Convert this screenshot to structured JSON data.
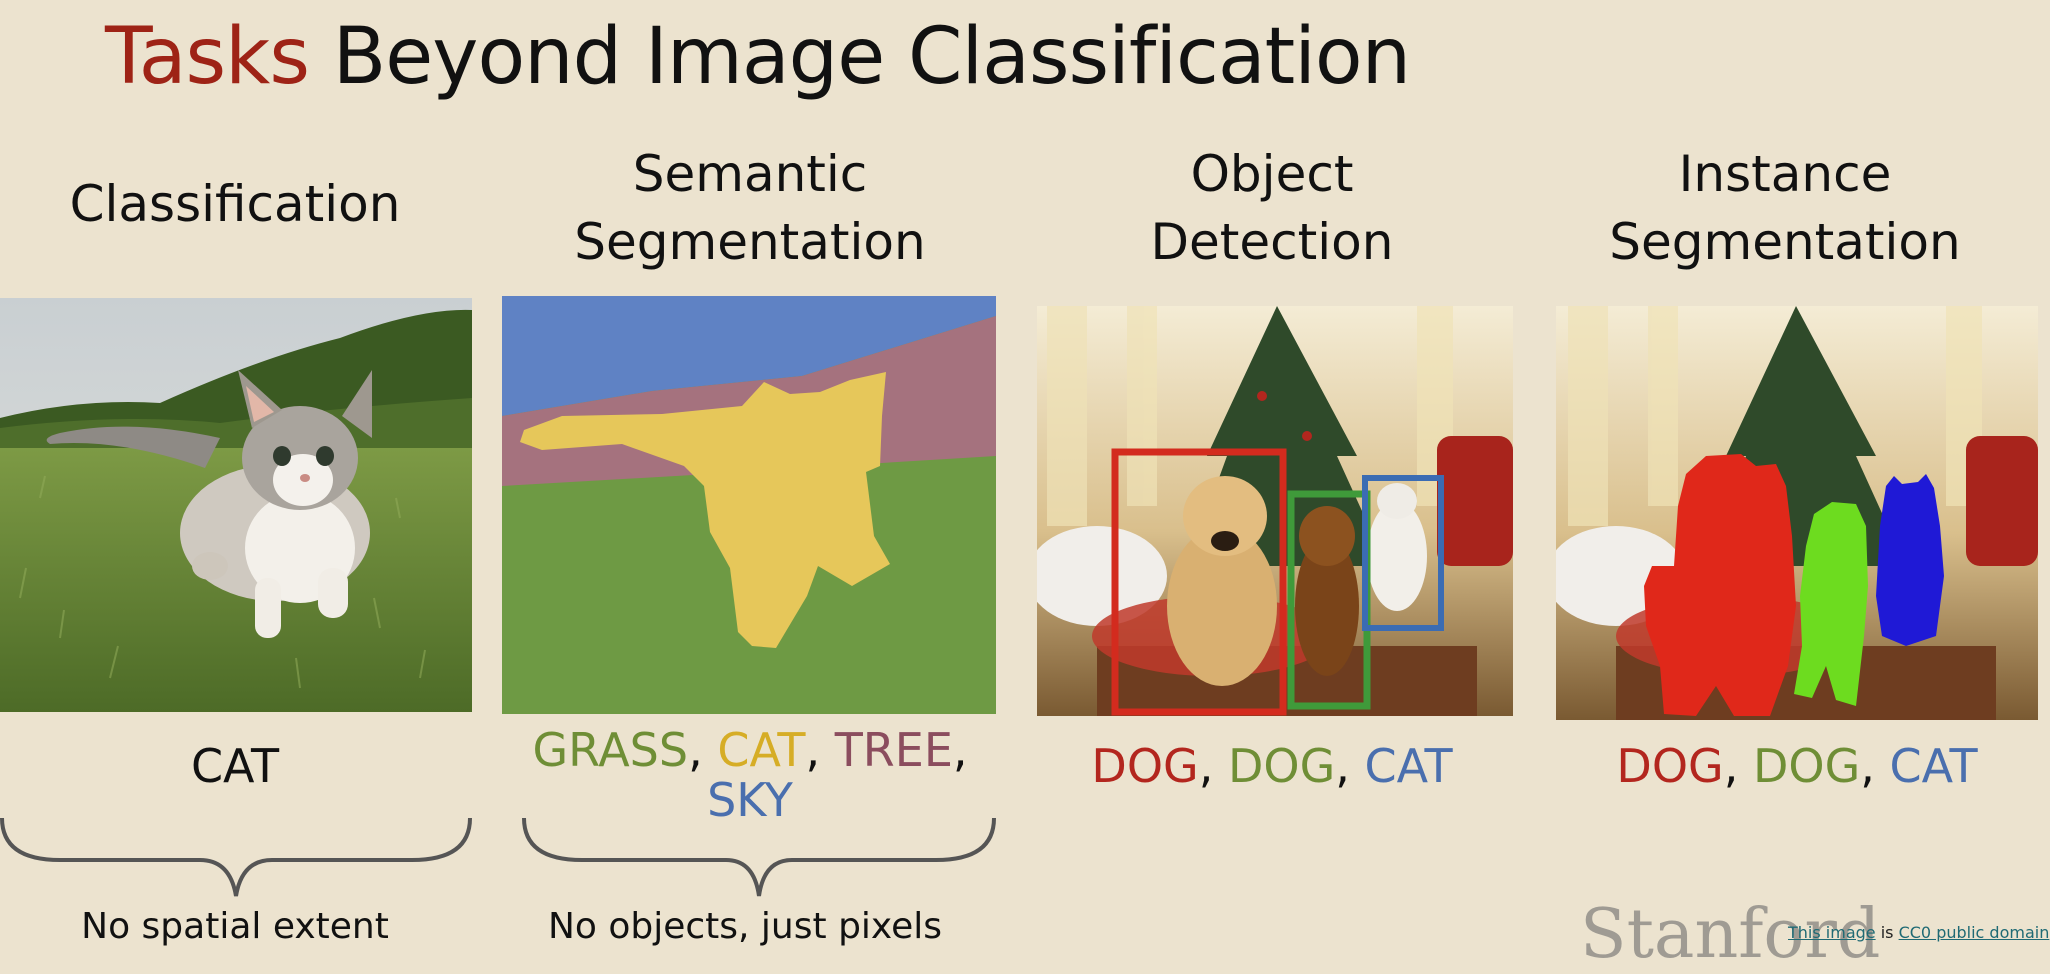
{
  "title": {
    "accent": "Tasks",
    "rest": " Beyond Image Classification"
  },
  "columns": [
    {
      "heading_line1": "Classification",
      "heading_line2": "",
      "label": "CAT",
      "note": "No spatial extent"
    },
    {
      "heading_line1": "Semantic",
      "heading_line2": "Segmentation",
      "label_parts": [
        "GRASS",
        ", ",
        "CAT",
        ", ",
        "TREE",
        ",",
        "SKY"
      ],
      "note": "No objects, just pixels"
    },
    {
      "heading_line1": "Object",
      "heading_line2": "Detection",
      "label_parts": [
        "DOG",
        ", ",
        "DOG",
        ", ",
        "CAT"
      ]
    },
    {
      "heading_line1": "Instance",
      "heading_line2": "Segmentation",
      "label_parts": [
        "DOG",
        ", ",
        "DOG",
        ", ",
        "CAT"
      ]
    }
  ],
  "colors": {
    "title_accent": "#9e2316",
    "sky": "#5f82c4",
    "tree": "#a5727e",
    "grass": "#6e9a44",
    "cat_yellow": "#e6c75a",
    "box_red": "#d32b1e",
    "box_green": "#3f9a3a",
    "box_blue": "#3b6cb3",
    "mask_red": "#e0281a",
    "mask_green": "#6ddc1f",
    "mask_blue": "#1f19d6"
  },
  "watermark": "Stanford",
  "credit": {
    "link1": "This image",
    "mid": " is ",
    "link2": "CC0 public domain"
  }
}
